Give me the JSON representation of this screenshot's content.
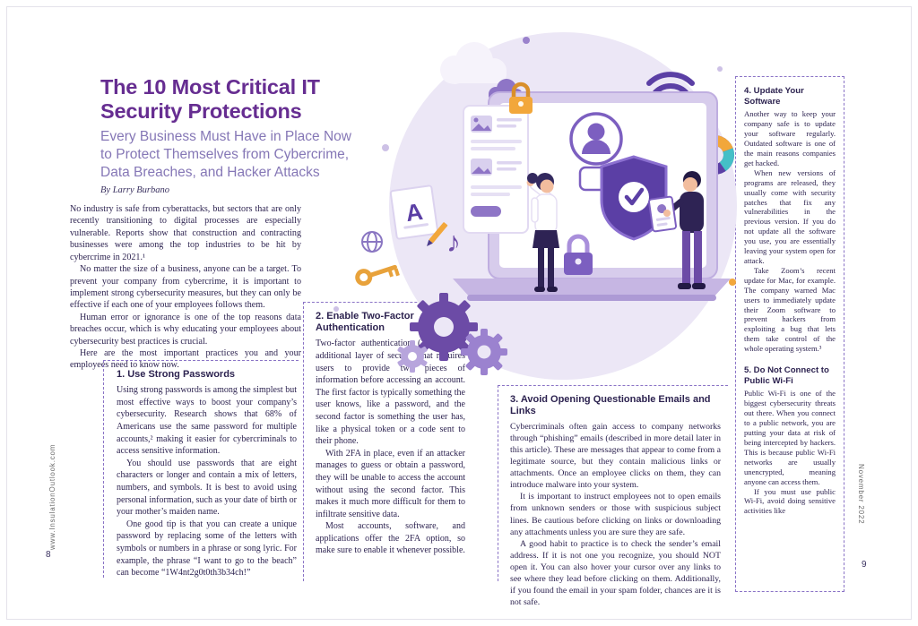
{
  "page": {
    "left_page_number": "8",
    "right_page_number": "9",
    "left_vertical_text": "www.InsulationOutlook.com",
    "right_vertical_text": "November 2022"
  },
  "header": {
    "title_line1": "The 10 Most Critical IT",
    "title_line2": "Security Protections",
    "subtitle": "Every Business Must Have in Place Now to Protect Themselves from Cybercrime, Data Breaches, and Hacker Attacks",
    "byline": "By Larry Burbano"
  },
  "intro": {
    "paragraphs": [
      "No industry is safe from cyberattacks, but sectors that are only recently transitioning to digital processes are especially vulnerable. Reports show that construction and contracting businesses were among the top industries to be hit by cybercrime in 2021.¹",
      "No matter the size of a business, anyone can be a target. To prevent your company from cybercrime, it is important to implement strong cybersecurity measures, but they can only be effective if each one of your employees follows them.",
      "Human error or ignorance is one of the top reasons data breaches occur, which is why educating your employees about cybersecurity best practices is crucial.",
      "Here are the most important practices you and your employees need to know now."
    ]
  },
  "sections": [
    {
      "heading": "1. Use Strong Passwords",
      "paragraphs": [
        "Using strong passwords is among the simplest but most effective ways to boost your company’s cybersecurity. Research shows that 68% of Americans use the same password for multiple accounts,² making it easier for cybercriminals to access sensitive information.",
        "You should use passwords that are eight characters or longer and contain a mix of letters, numbers, and symbols. It is best to avoid using personal information, such as your date of birth or your mother’s maiden name.",
        "One good tip is that you can create a unique password by replacing some of the letters with symbols or numbers in a phrase or song lyric. For example, the phrase “I want to go to the beach” can become “1W4nt2g0t0th3b34ch!”"
      ]
    },
    {
      "heading": "2. Enable Two-Factor Authentication",
      "paragraphs": [
        "Two-factor authentication (2FA) is an additional layer of security that requires users to provide two pieces of information before accessing an account. The first factor is typically something the user knows, like a password, and the second factor is something the user has, like a physical token or a code sent to their phone.",
        "With 2FA in place, even if an attacker manages to guess or obtain a password, they will be unable to access the account without using the second factor. This makes it much more difficult for them to infiltrate sensitive data.",
        "Most accounts, software, and applications offer the 2FA option, so make sure to enable it whenever possible."
      ]
    },
    {
      "heading": "3. Avoid Opening Questionable Emails and Links",
      "paragraphs": [
        "Cybercriminals often gain access to company networks through “phishing” emails (described in more detail later in this article). These are messages that appear to come from a legitimate source, but they contain malicious links or attachments. Once an employee clicks on them, they can introduce malware into your system.",
        "It is important to instruct employees not to open emails from unknown senders or those with suspicious subject lines. Be cautious before clicking on links or downloading any attachments unless you are sure they are safe.",
        "A good habit to practice is to check the sender’s email address. If it is not one you recognize, you should NOT open it. You can also hover your cursor over any links to see where they lead before clicking on them. Additionally, if you found the email in your spam folder, chances are it is not safe."
      ]
    },
    {
      "heading": "4. Update Your Software",
      "paragraphs": [
        "Another way to keep your company safe is to update your software regularly. Outdated software is one of the main reasons companies get hacked.",
        "When new versions of programs are released, they usually come with security patches that fix any vulnerabilities in the previous version. If you do not update all the software you use, you are essentially leaving your system open for attack.",
        "Take Zoom’s recent update for Mac, for example. The company warned Mac users to immediately update their Zoom software to prevent hackers from exploiting a bug that lets them take control of the whole operating system.³"
      ]
    },
    {
      "heading": "5. Do Not Connect to Public Wi-Fi",
      "paragraphs": [
        "Public Wi-Fi is one of the biggest cybersecurity threats out there. When you connect to a public network, you are putting your data at risk of being intercepted by hackers. This is because public Wi-Fi networks are usually unencrypted, meaning anyone can access them.",
        "If you must use public Wi-Fi, avoid doing sensitive activities like"
      ]
    }
  ],
  "illustration": {
    "password_mask": "****",
    "document_letter": "A"
  },
  "icons": {
    "music_note": "♪"
  },
  "colors": {
    "title_purple": "#662D91",
    "subtitle_purple": "#8577B6",
    "body_ink": "#2D2350",
    "dashed_rule": "#8A73C6",
    "accent_yellow": "#F2A73B",
    "illustration_purple": "#5B3FA5"
  }
}
